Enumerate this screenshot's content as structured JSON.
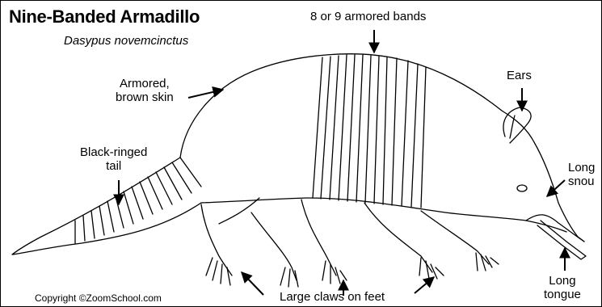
{
  "title": "Nine-Banded Armadillo",
  "scientific_name": "Dasypus novemcinctus",
  "labels": {
    "bands": "8 or 9 armored bands",
    "skin_line1": "Armored,",
    "skin_line2": "brown skin",
    "ears": "Ears",
    "tail_line1": "Black-ringed",
    "tail_line2": "tail",
    "snout_line1": "Long",
    "snout_line2": "snou",
    "claws": "Large claws on feet",
    "tongue_line1": "Long",
    "tongue_line2": "tongue"
  },
  "copyright": "Copyright ©ZoomSchool.com",
  "colors": {
    "line": "#000000",
    "background": "#ffffff"
  }
}
